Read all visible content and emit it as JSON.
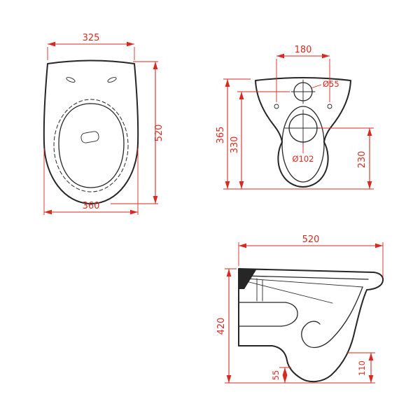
{
  "theme": {
    "background": "#ffffff",
    "line": "#262626",
    "dimension": "#d92a22"
  },
  "plan_view": {
    "dim_top_width": "325",
    "dim_length": "520",
    "dim_bottom_width": "360"
  },
  "rear_view": {
    "dim_fixing_distance": "180",
    "dim_inlet_diameter": "Ø55",
    "dim_outlet_diameter": "Ø102",
    "dim_height_total": "365",
    "dim_height_inlet": "330",
    "dim_height_outlet": "230"
  },
  "side_view": {
    "dim_depth": "520",
    "dim_height": "420",
    "dim_bottom_offset": "55",
    "dim_front_height": "110"
  }
}
